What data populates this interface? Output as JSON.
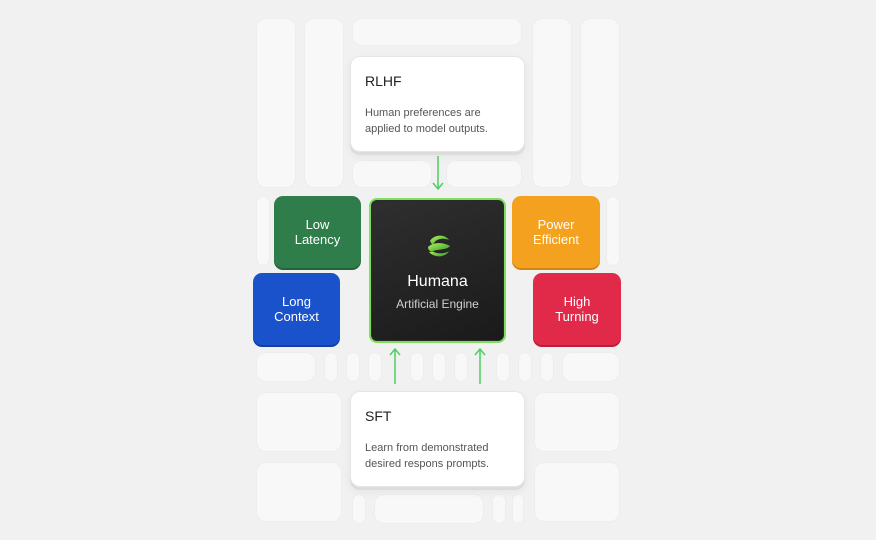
{
  "colors": {
    "accent": "#4ccf5e",
    "low_latency": "#2f7d4a",
    "long_context": "#1a52cc",
    "power_efficient": "#f3a11f",
    "high_turning": "#e12a4a"
  },
  "rlhf": {
    "title": "RLHF",
    "desc_line1": "Human preferences are",
    "desc_line2": "applied to model outputs."
  },
  "sft": {
    "title": "SFT",
    "desc_line1": "Learn from demonstrated",
    "desc_line2": "desired respons prompts."
  },
  "engine": {
    "logo_icon": "swirl-logo-icon",
    "title": "Humana",
    "subtitle": "Artificial Engine"
  },
  "chips": {
    "low_latency": {
      "line1": "Low",
      "line2": "Latency"
    },
    "long_context": {
      "line1": "Long",
      "line2": "Context"
    },
    "power_efficient": {
      "line1": "Power",
      "line2": "Efficient"
    },
    "high_turning": {
      "line1": "High",
      "line2": "Turning"
    }
  }
}
